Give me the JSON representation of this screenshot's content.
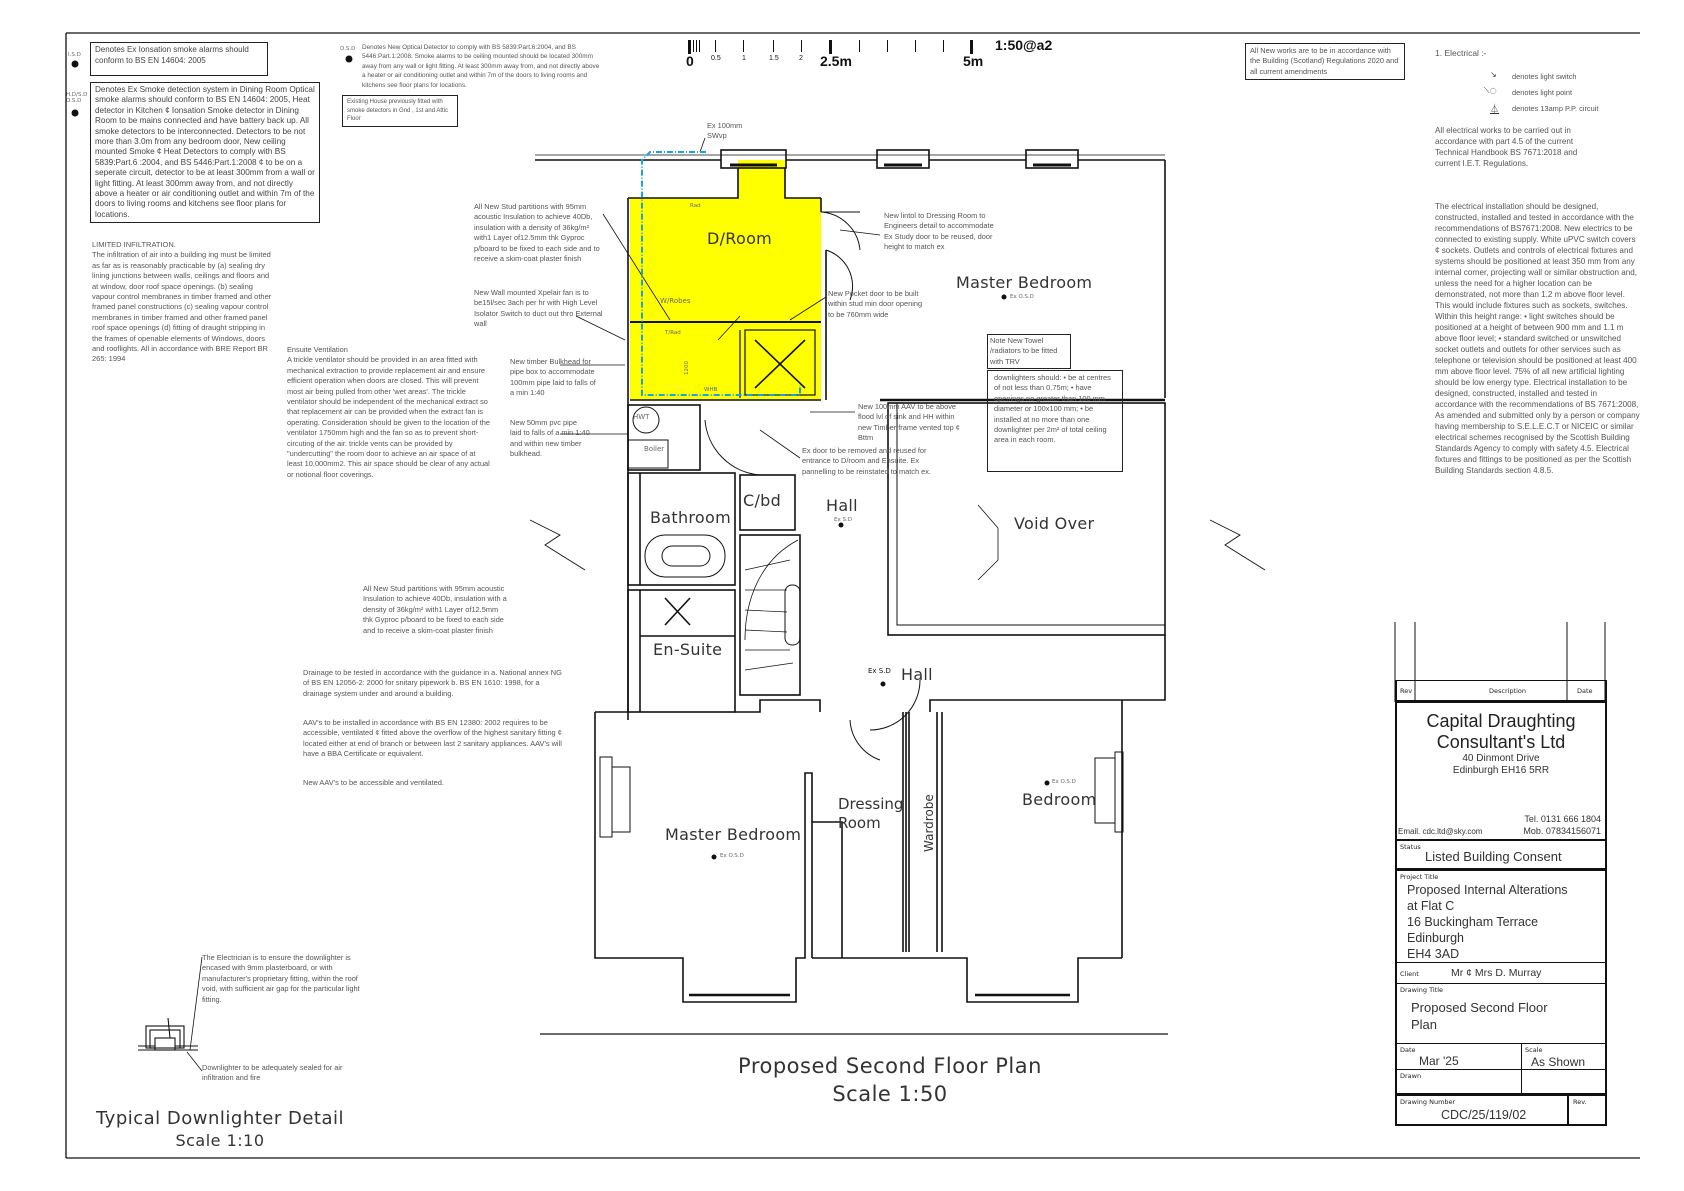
{
  "scale_bar": {
    "ticks": [
      "0",
      "0.5",
      "1",
      "1.5",
      "2",
      "2.5m",
      "5m"
    ],
    "ratio": "1:50@a2"
  },
  "legend": {
    "isd_symbol": "I.S.D",
    "isd_text": "Denotes Ex Ionsation smoke alarms should conform to BS EN 14604: 2005",
    "hosd_symbol": "H.D/S.D O.S.D",
    "hosd_text": "Denotes Ex Smoke detection system in Dining Room Optical smoke alarms should conform to BS EN 14604: 2005, Heat detector in Kitchen ¢ Ionsation Smoke detector in Dining Room to be mains connected and have battery back up. All smoke detectors to be interconnected. Detectors to be not more than 3.0m from any bedroom door, New ceiling mounted Smoke ¢ Heat Detectors to comply with BS 5839:Part.6 :2004, and BS 5446:Part.1:2008 ¢ to be on a seperate circuit, detector to be at least 300mm from a wall or light fitting. At least 300mm away from, and not directly above a heater or air conditioning outlet and within 7m of the doors to living rooms and kitchens see floor plans for locations.",
    "osd_symbol": "O.S.D",
    "osd_text": "Denotes New Optical Detector to comply with BS 5839:Part.6:2004, and BS 5446:Part.1:2008. Smoke alarms to be ceiling mounted should be located 300mm away from any wall or light fitting. At least 300mm away from, and not directly above a heater or air conditioning outlet and within 7m of the doors to living rooms and kitchens see floor plans for locations.",
    "existing_house": "Existing House previously fitted with smoke detectors in Gnd , 1st and Attic Floor"
  },
  "notes": {
    "infiltration_title": "LIMITED INFILTRATION.",
    "infiltration_body": "The infiltration of air into a building ing must be limited as far as is reasonably practicable by (a) sealing dry lining junctions between walls, ceilings and floors and at window, door roof space openings. (b) sealing vapour control membranes in timber framed and other framed panel constructions (c) sealing vapour control membranes in timber framed and other framed panel roof space openings (d) fitting of draught stripping in the frames of openable elements of Windows, doors and rooflights. All in accordance with BRE Report BR 265: 1994",
    "ventilation_title": "Ensuite Ventilation",
    "ventilation_body": "A trickle ventilator should be provided in an area fitted with mechanical extraction to provide replacement air and ensure efficient operation when doors are closed. This will prevent most air being pulled from other 'wet areas'. The trickle ventilator should be independent of the mechanical extract so that replacement air can be provided when the extract fan is operating. Consideration should be given to the location of the ventilator 1750mm high and the fan so as to prevent short-circuting of the air. trickle vents can be provided by \"undercutting\" the room door to achieve an air space of at least 10,000mm2. This air space should be clear of any actual or notional floor coverings.",
    "stud_partitions_1": "All New Stud partitions with 95mm acoustic Insulation to achieve 40Db, insulation with a density of 36kg/m² with1 Layer of12.5mm thk Gyproc p/board to be fixed to each side and to receive a skim-coat plaster finish",
    "xpelair": "New Wall mounted Xpelair fan is to be15l/sec 3ach per hr with High Level Isolator Switch to duct out thro External wall",
    "bulkhead": "New timber Bulkhead for pipe box to accommodate 100mm pipe laid to falls of a min 1:40",
    "pvc_pipe": "New 50mm pvc pipe laid to falls of a min 1:40 and within new timber bulkhead.",
    "svp": "Ex 100mm SWvp",
    "lintol": "New lintol to Dressing Room to Engineers detail to accommodate Ex Study door to be reused, door height to match ex",
    "pocket_door": "New Pocket door to be built within stud min door opening to be 760mm wide",
    "trv": "Note New Towel /radiators to be fitted with TRV",
    "downlighters": "downlighters should: •  be at centres of not less than 0.75m; •  have openings no greater than 100 mm diameter or 100x100 mm; •  be installed at no more than one downlighter per 2m² of total ceiling area in each room.",
    "aav_new": "New 100mm AAV to be above flood lvl of sink and HH within new Timber frame vented top ¢ Bttm",
    "ex_door": "Ex door to be removed and reused for entrance to D/room and Ensuite. Ex pannelling to be reinstated to match ex.",
    "stud_partitions_2": "All New Stud partitions with 95mm acoustic Insulation to achieve 40Db, insulation with a density of 36kg/m² with1 Layer of12.5mm thk Gyproc p/board to be fixed to each side and to receive a skim-coat plaster finish",
    "drainage": "Drainage to be tested in accordance with the guidance in a. National annex NG of BS EN 12056-2: 2000 for snitary pipework b. BS EN 1610: 1998, for a drainage system under and around a building.",
    "aav_install": "AAV's to be installed in accordance with BS EN 12380: 2002 requires to be accessible, ventilated ¢ fitted above the overflow of the highest sanitary fitting ¢ located either at end of branch or between last 2 sanitary appliances. AAV's will have a BBA Certificate or equivalent.",
    "aav_access": "New AAV's to be accessible and ventilated.",
    "regulations": "All New works are to be in accordance with the Building (Scotland) Regulations 2020 and all current amendments"
  },
  "electrical": {
    "heading": "1. Electrical :-",
    "symbols": [
      "denotes light switch",
      "denotes light point",
      "denotes 13amp P.P. circuit"
    ],
    "para1": "All electrical works to be carried out in accordance with part 4.5 of the current Technical Handbook BS 7671:2018 and current I.E.T. Regulations.",
    "para2": "The electrical installation should be designed, constructed, installed and tested in accordance with the recommendations of BS7671:2008. New electrics to be connected to existing supply. White uPVC switch covers ¢ sockets. Outlets and controls of electrical fixtures and systems should be positioned at least 350 mm from any internal corner, projecting wall or similar obstruction and, unless the need for a higher location can be demonstrated, not more than 1.2 m above floor level. This would include fixtures such as sockets, switches. Within this height range: •  light switches should be positioned at a height of between 900 mm and 1.1 m above floor level; • standard switched or unswitched socket outlets and outlets for other services such as telephone or television should be positioned at least 400 mm above floor level. 75% of all new artificial lighting should be low energy type. Electrical installation to be designed, constructed, installed and tested in accordance with the recommendations of BS 7671:2008, As amended and submitted only by a person or company having membership to S.E.L.E.C.T or NICEIC or similar electrical schemes recognised by the Scottish Building Standards Agency to comply with safety 4.5. Electrical fixtures and fittings to be positioned as per the Scottish Building Standards section 4.8.5."
  },
  "plan": {
    "rooms": {
      "droom": "D/Room",
      "master_top": "Master Bedroom",
      "void": "Void Over",
      "hall1": "Hall",
      "cbd": "C/bd",
      "bathroom": "Bathroom",
      "ensuite": "En-Suite",
      "hall2": "Hall",
      "master_bottom": "Master Bedroom",
      "dressing": "Dressing Room",
      "wardrobe": "Wardrobe",
      "bedroom": "Bedroom"
    },
    "fixtures": {
      "rad": "Rad",
      "wrobes": "W/Robes",
      "trad": "T/Rad",
      "dim": "1200",
      "hwt": "HWT",
      "boiler": "Boiler",
      "whb": "WHB"
    },
    "detectors": {
      "osd": "Ex O.S.D",
      "sd": "Ex S.D",
      "sd2": "Ex S.D"
    },
    "title": "Proposed Second Floor Plan",
    "scale": "Scale 1:50",
    "highlight_color": "#ffff00",
    "pipe_color": "#1aa3e0"
  },
  "downlighter_detail": {
    "note1": "The Electrician is to ensure the downlighter is encased with 9mm plasterboard, or with manufacturer's proprietary fitting, within the roof void, with sufficient air gap for the particular light fitting.",
    "note2": "Downlighter to be adequately sealed for air infiltration and fire",
    "title": "Typical Downlighter Detail",
    "scale": "Scale 1:10"
  },
  "title_block": {
    "rev_header": "Rev",
    "desc_header": "Description",
    "date_header": "Date",
    "company": "Capital Draughting Consultant's Ltd",
    "address1": "40 Dinmont Drive",
    "address2": "Edinburgh EH16 5RR",
    "tel": "Tel. 0131 666 1804",
    "email": "Email. cdc.ltd@sky.com",
    "mob": "Mob. 07834156071",
    "status_label": "Status",
    "status": "Listed Building Consent",
    "project_label": "Project Title",
    "project_lines": [
      "Proposed Internal Alterations",
      "at Flat C",
      "16 Buckingham Terrace",
      "Edinburgh",
      "EH4 3AD"
    ],
    "client_label": "Client",
    "client": "Mr ¢ Mrs D. Murray",
    "drawing_title_label": "Drawing Title",
    "drawing_title_lines": [
      "Proposed Second Floor",
      "Plan"
    ],
    "date_label": "Date",
    "date": "Mar '25",
    "scale_label": "Scale",
    "scale": "As Shown",
    "drawn_label": "Drawn",
    "number_label": "Drawing Number",
    "number": "CDC/25/119/02",
    "rev_label": "Rev."
  }
}
